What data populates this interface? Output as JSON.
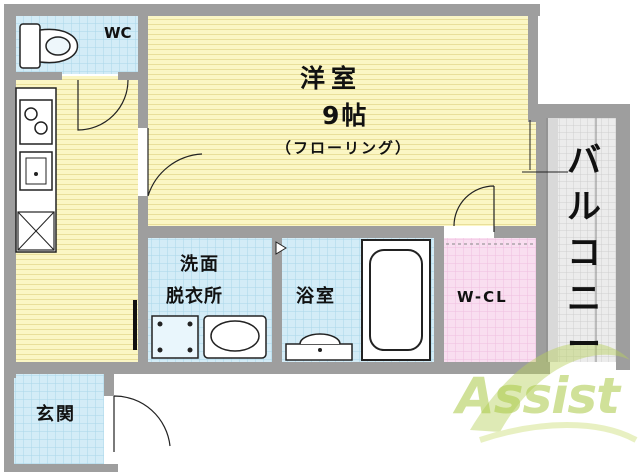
{
  "rooms": {
    "western_room": {
      "name": "洋室",
      "size": "9帖",
      "floor": "（フローリング）"
    },
    "toilet": {
      "label": "WC"
    },
    "washroom": {
      "line1": "洗面",
      "line2": "脱衣所"
    },
    "bathroom": {
      "label": "浴室"
    },
    "closet": {
      "label": "W-CL"
    },
    "entrance": {
      "label": "玄関"
    },
    "balcony": {
      "label": "バルコニー"
    }
  },
  "watermark": {
    "text": "Assist"
  },
  "colors": {
    "wall": "#9e9e9e",
    "floor_yellow": "#fbf6c4",
    "wet_area_blue": "#cfeaf6",
    "closet_pink": "#f8dbef",
    "balcony_gray": "#e3e3e3",
    "watermark_green": "#a9c94a"
  }
}
